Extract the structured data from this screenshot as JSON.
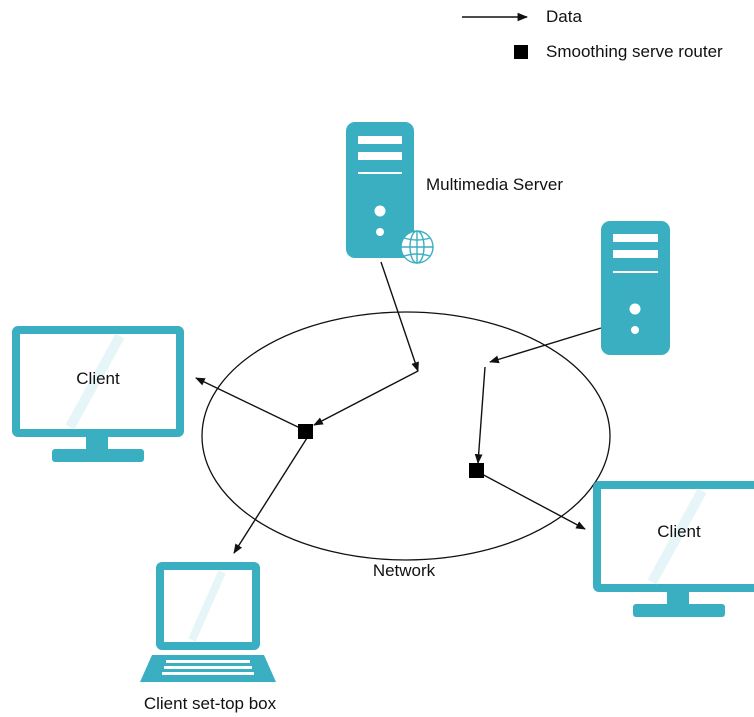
{
  "legend": {
    "data_label": "Data",
    "router_label": "Smoothing serve router"
  },
  "network": {
    "label": "Network"
  },
  "nodes": {
    "multimedia_server": {
      "label": "Multimedia Server"
    },
    "second_server": {
      "label": ""
    },
    "client_left": {
      "label": "Client"
    },
    "client_right": {
      "label": "Client"
    },
    "set_top_box": {
      "label": "Client set-top box"
    }
  },
  "colors": {
    "device": "#3aafc1",
    "device_light": "#ffffff",
    "router": "#000000",
    "line": "#111111"
  }
}
